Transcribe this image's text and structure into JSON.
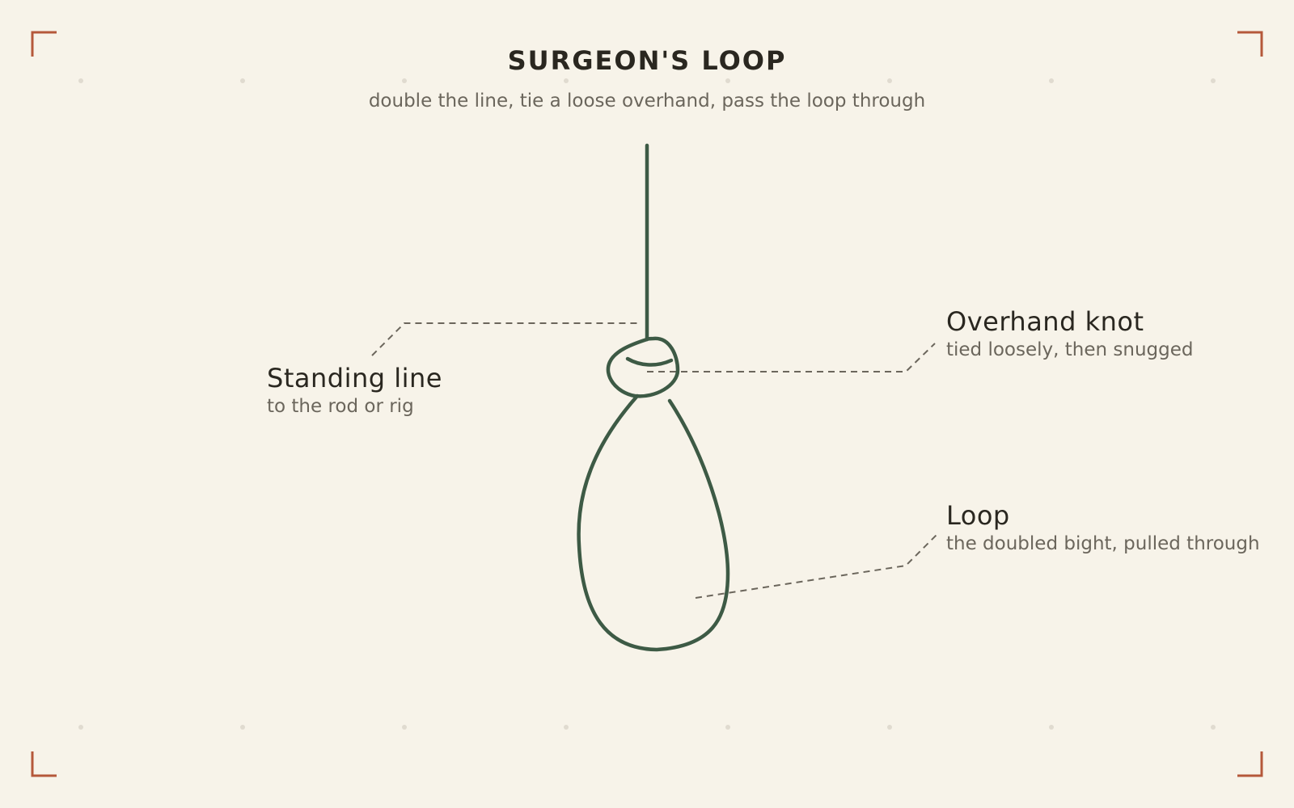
{
  "header": {
    "title": "SURGEON'S LOOP",
    "subtitle": "double the line, tie a loose overhand, pass the loop through"
  },
  "callouts": [
    {
      "id": "standing-line",
      "name": "Standing line",
      "description": "to the rod or rig"
    },
    {
      "id": "overhand-knot",
      "name": "Overhand knot",
      "description": "tied loosely, then snugged"
    },
    {
      "id": "loop",
      "name": "Loop",
      "description": "the doubled bight, pulled through"
    }
  ],
  "colors": {
    "background": "#f7f3e9",
    "line": "#3d5a45",
    "corner_marks": "#b5583a",
    "leader": "#6b665c",
    "text": "#2a2720",
    "muted_text": "#6b665c"
  }
}
